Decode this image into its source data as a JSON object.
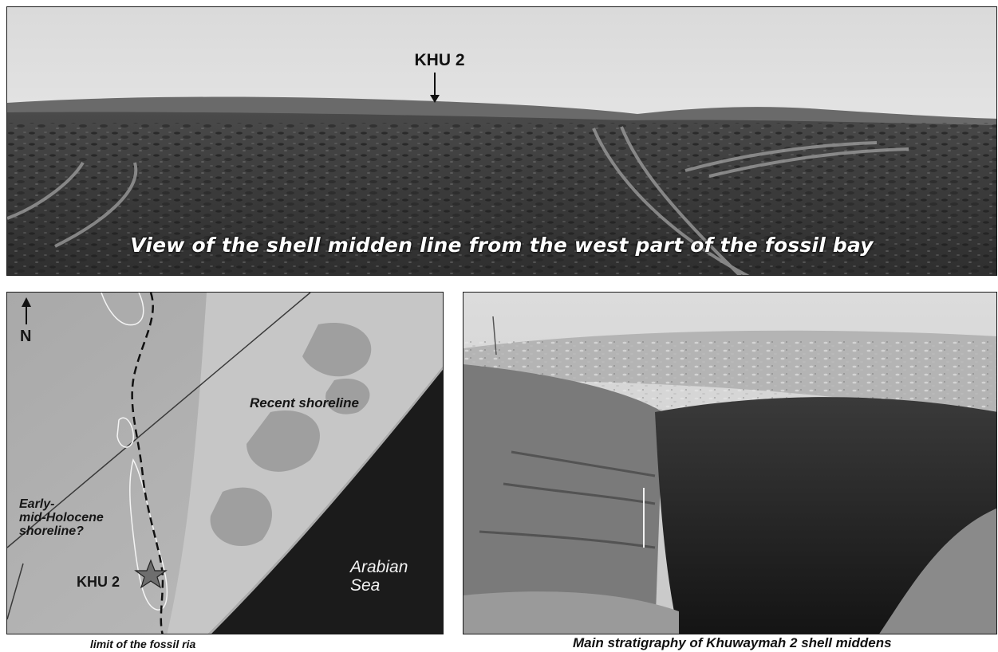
{
  "top_photo": {
    "site_label": "KHU 2",
    "caption": "View of the shell midden line from the west part of the fossil bay"
  },
  "map": {
    "north_label": "N",
    "recent_shoreline_label": "Recent shoreline",
    "holocene_shoreline_label": "Early-\nmid-Holocene\nshoreline?",
    "site_label": "KHU 2",
    "sea_label": "Arabian\nSea",
    "caption": "limit of the fossil ria"
  },
  "excavation_photo": {
    "caption": "Main stratigraphy of Khuwaymah 2 shell middens"
  },
  "colors": {
    "sky": "#e9e9e9",
    "ground": "#3c3c3c",
    "sea": "#1b1b1b",
    "text": "#111111"
  }
}
